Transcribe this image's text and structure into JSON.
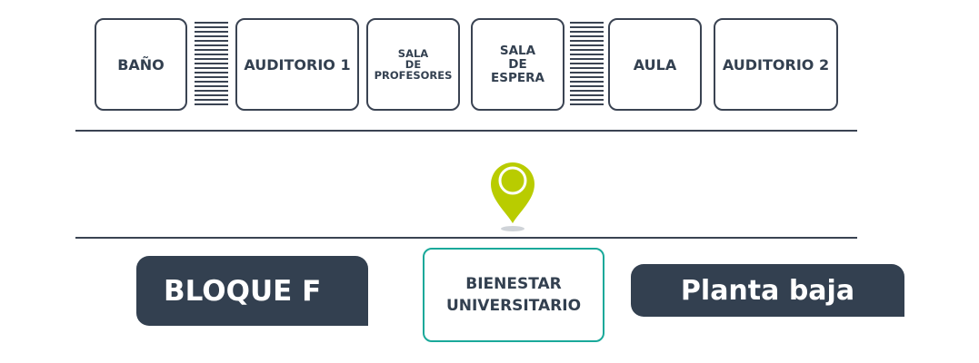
{
  "rooms": [
    {
      "label": "BAÑO"
    },
    {
      "label": "AUDITORIO 1"
    },
    {
      "label": "SALA\nDE\nPROFESORES"
    },
    {
      "label": "SALA\nDE\nESPERA"
    },
    {
      "label": "AULA"
    },
    {
      "label": "AUDITORIO 2"
    }
  ],
  "current_location": {
    "label": "BIENESTAR\nUNIVERSITARIO",
    "marker_icon": "map-pin-icon"
  },
  "block": {
    "label": "BLOQUE F"
  },
  "floor": {
    "label": "Planta baja"
  },
  "colors": {
    "dark": "#334050",
    "accent": "#1aa99a",
    "pin": "#b9cc00"
  }
}
